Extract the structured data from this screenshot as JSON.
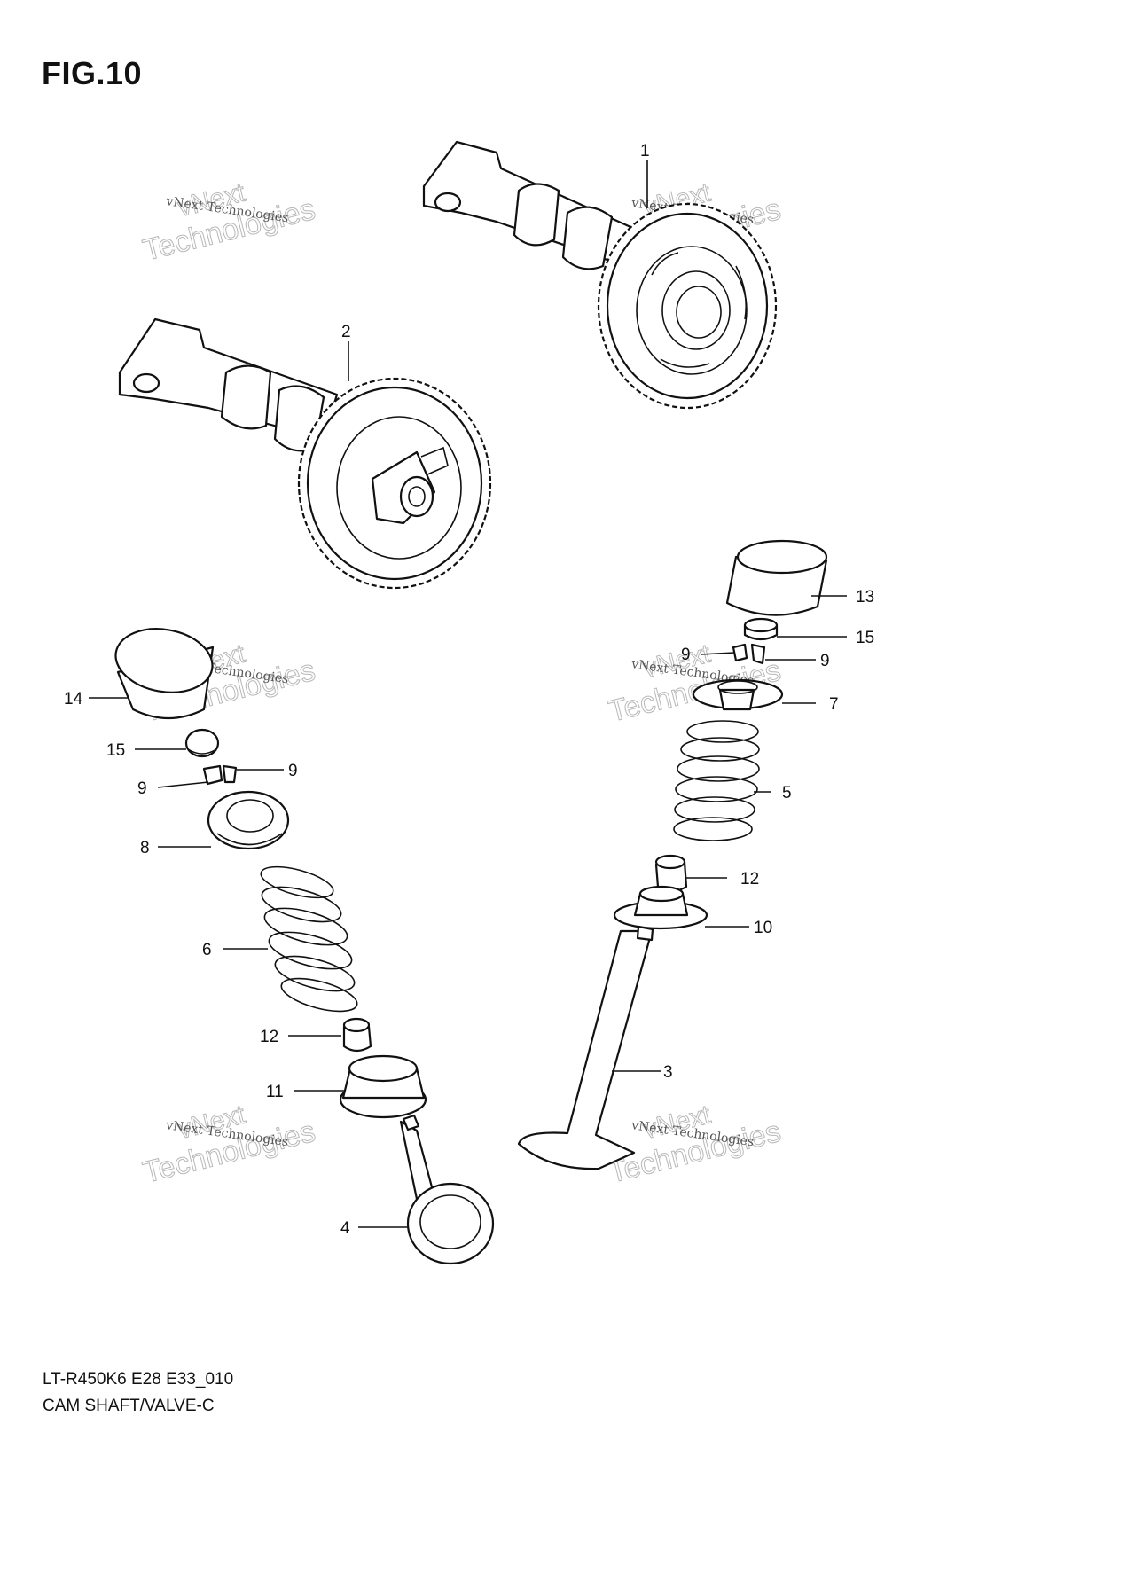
{
  "figure": {
    "title": "FIG.10",
    "code": "LT-R450K6 E28 E33_010",
    "caption": "CAM SHAFT/VALVE-C"
  },
  "callouts": [
    "1",
    "2",
    "3",
    "4",
    "5",
    "6",
    "7",
    "8",
    "9",
    "9",
    "9",
    "9",
    "10",
    "11",
    "12",
    "12",
    "13",
    "14",
    "15",
    "15"
  ],
  "watermark": {
    "big_top": "vNext",
    "big_bottom": "Technologies",
    "small": "vNext Technologies"
  }
}
